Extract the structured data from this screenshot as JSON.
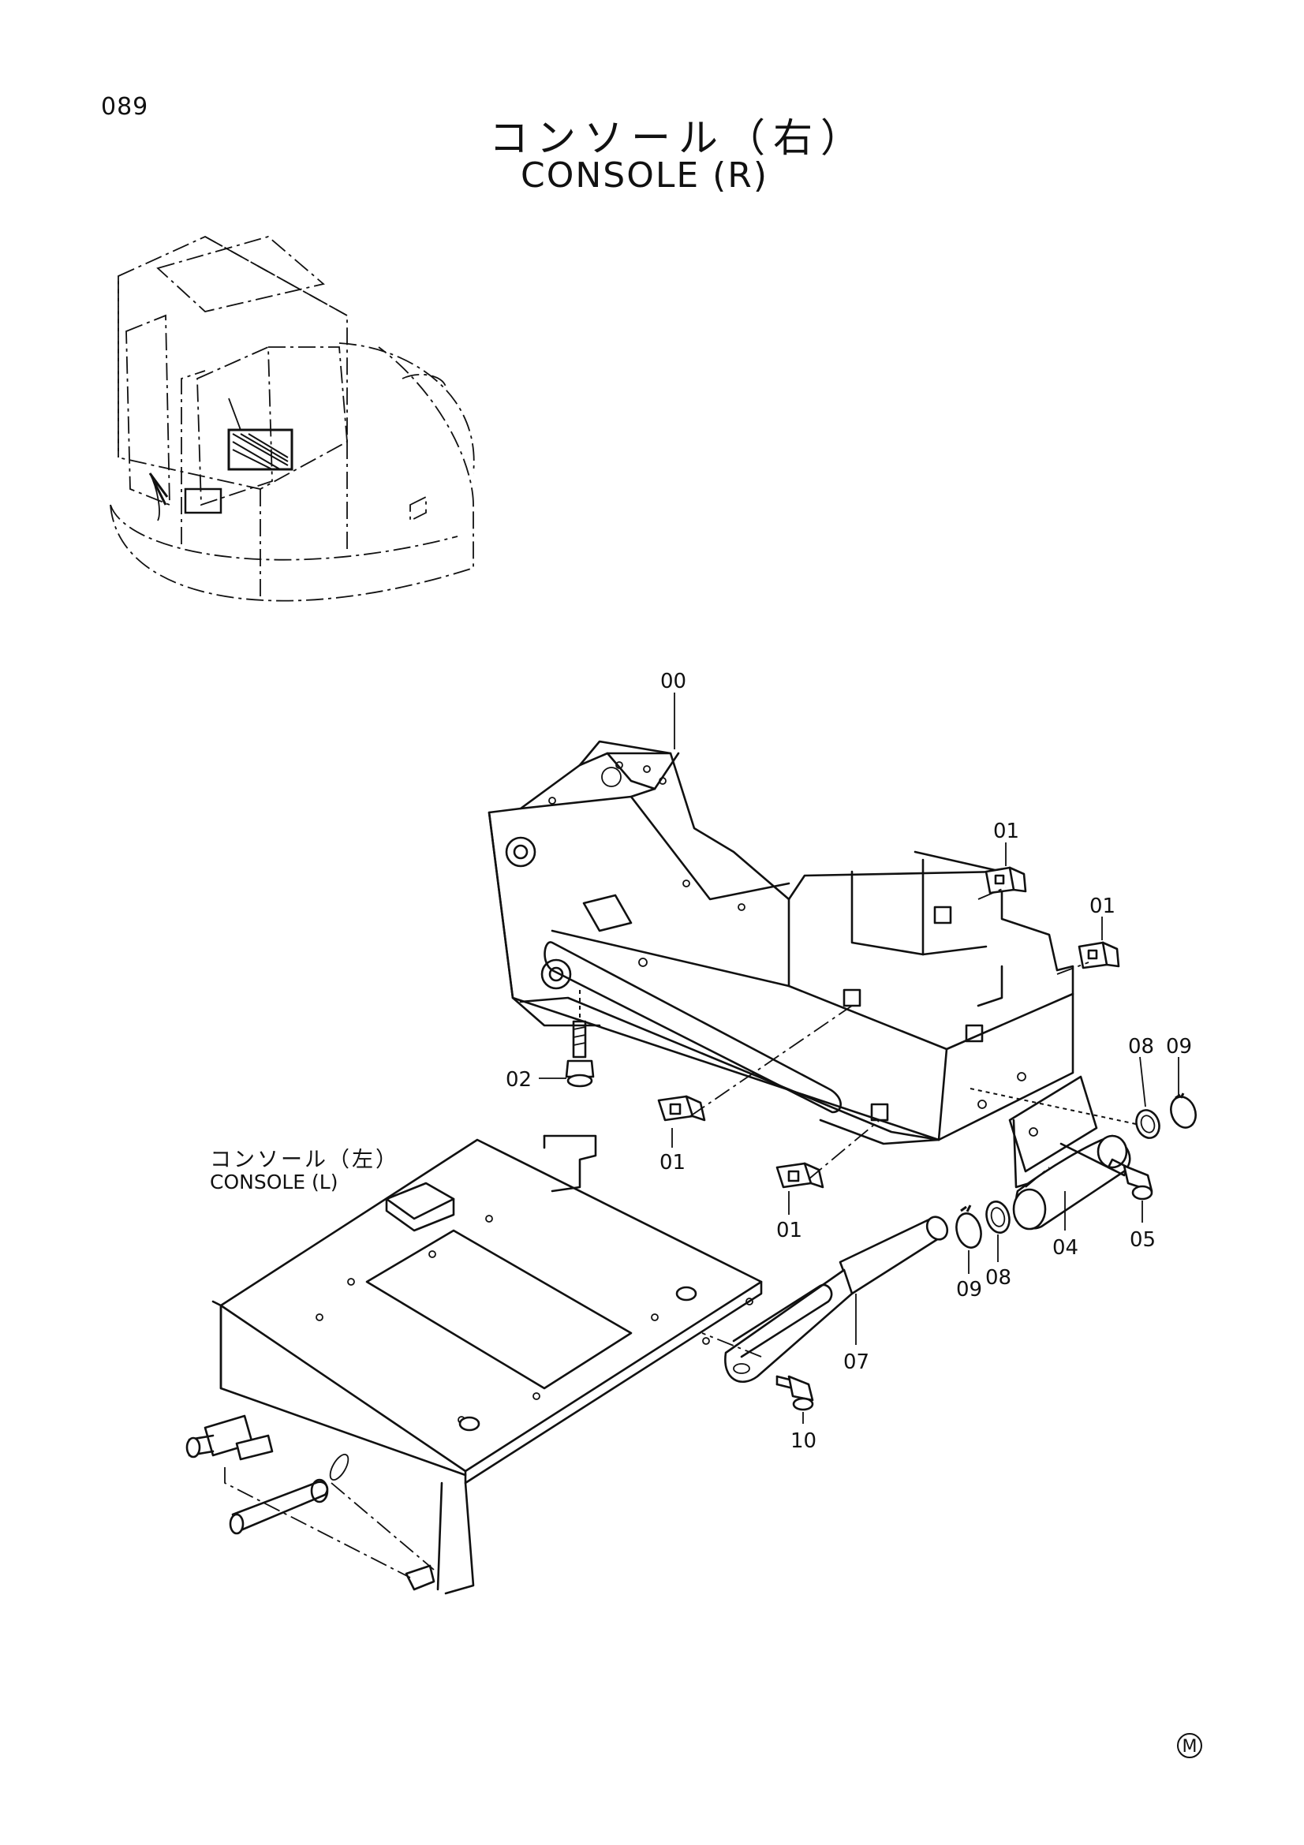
{
  "page_number": "089",
  "title": {
    "japanese": "コンソール（右）",
    "english": "CONSOLE (R)"
  },
  "reference_label": {
    "japanese": "コンソール（左）",
    "english": "CONSOLE (L)"
  },
  "callouts": [
    "00",
    "01",
    "01",
    "01",
    "01",
    "02",
    "04",
    "05",
    "07",
    "08",
    "08",
    "09",
    "09",
    "10"
  ],
  "mark": "M"
}
